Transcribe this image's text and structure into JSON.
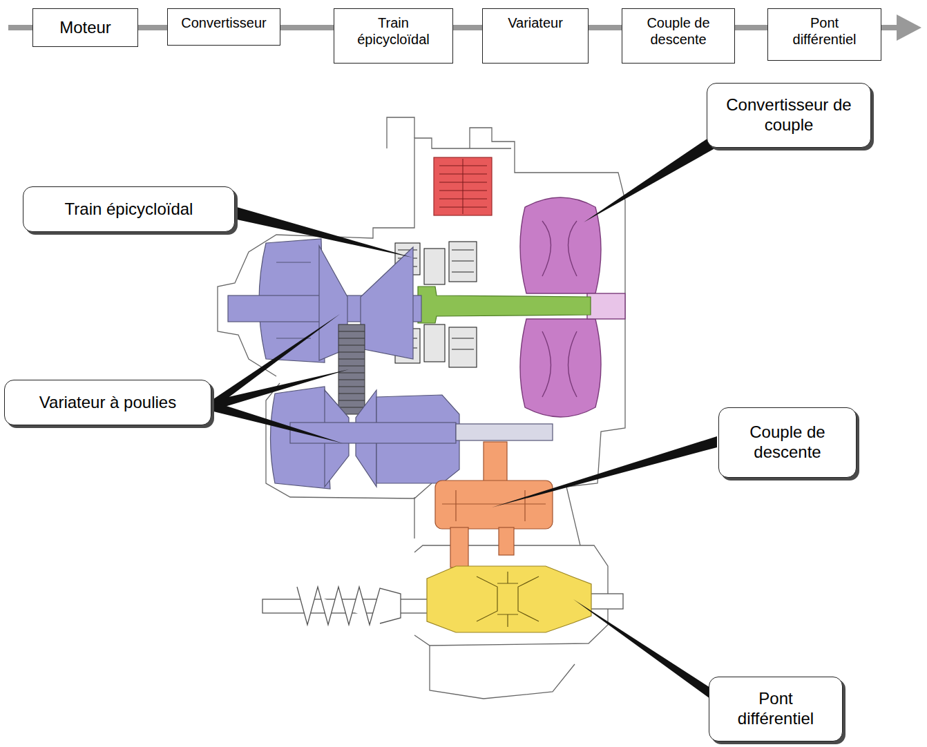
{
  "diagram": {
    "nodes": [
      {
        "text": [
          "Moteur"
        ]
      },
      {
        "text": [
          "Convertisseur"
        ]
      },
      {
        "text": [
          "Train épicycloïdal"
        ]
      },
      {
        "text": [
          "Variateur"
        ]
      },
      {
        "text": [
          "Couple de descente"
        ]
      },
      {
        "text": [
          "Pont différentiel"
        ]
      },
      {
        "text": [
          "Convertisseur de couple"
        ]
      },
      {
        "text": [
          "Train épicycloïdal"
        ]
      },
      {
        "text": [
          "Variateur à poulies"
        ]
      },
      {
        "text": [
          "Couple de descente"
        ]
      },
      {
        "text": [
          "Pont différentiel"
        ]
      }
    ],
    "edges": [
      {
        "from": 0,
        "to": 1,
        "arrow": "none"
      },
      {
        "from": 1,
        "to": 2,
        "arrow": "none"
      },
      {
        "from": 2,
        "to": 3,
        "arrow": "none"
      },
      {
        "from": 3,
        "to": 4,
        "arrow": "none"
      },
      {
        "from": 4,
        "to": 5,
        "arrow": "none"
      }
    ]
  }
}
